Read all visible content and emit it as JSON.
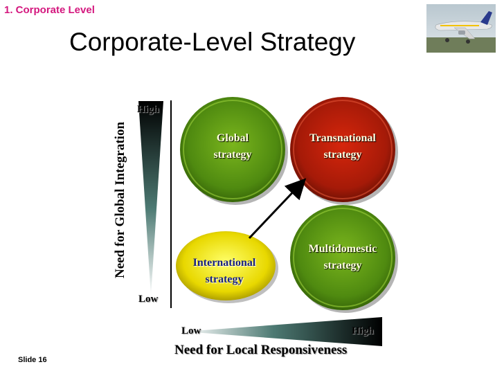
{
  "header": {
    "section_label": "1. Corporate Level",
    "title": "Corporate-Level Strategy"
  },
  "footer": {
    "slide_number": "Slide 16"
  },
  "axes": {
    "y_title": "Need for Global Integration",
    "y_high": "High",
    "y_low": "Low",
    "x_title": "Need for Local Responsiveness",
    "x_low": "Low",
    "x_high": "High"
  },
  "strategies": {
    "global": {
      "line1": "Global",
      "line2": "strategy"
    },
    "transnational": {
      "line1": "Transnational",
      "line2": "strategy"
    },
    "multidomestic": {
      "line1": "Multidomestic",
      "line2": "strategy"
    },
    "international": {
      "line1": "International",
      "line2": "strategy"
    }
  },
  "colors": {
    "section_label": "#d4177e",
    "green": "#5e9e14",
    "red": "#c0200f",
    "yellow": "#f0e000",
    "label_dark": "#ffffe0",
    "label_blue": "#1a237e"
  },
  "icons": {
    "photo": "airplane-photo"
  }
}
